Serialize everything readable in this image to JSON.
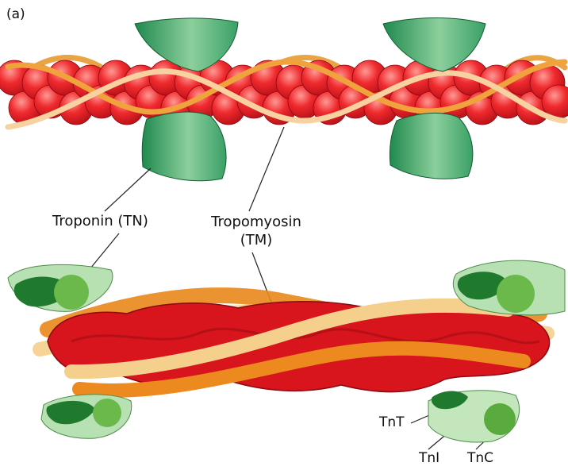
{
  "figure": {
    "panel_label": "(a)",
    "labels": {
      "troponin": "Troponin (TN)",
      "tropomyosin": "Tropomyosin\n(TM)",
      "tnt": "TnT",
      "tni": "TnI",
      "tnc": "TnC"
    }
  },
  "colors": {
    "actin_red": "#e0141e",
    "actin_highlight": "#ff8a86",
    "tropomyosin_dark": "#f08a1c",
    "tropomyosin_light": "#f6d7a2",
    "troponin_green": "#2e9a5a",
    "troponin_light": "#bfe3bf",
    "tnc_green": "#6ab94a",
    "outline": "#8a0a10"
  }
}
